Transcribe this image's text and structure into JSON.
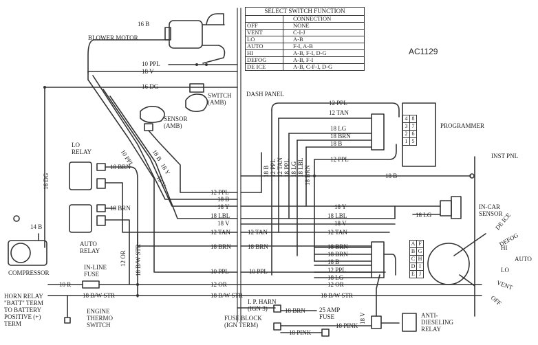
{
  "diagram_id": "AC1129",
  "table": {
    "title": "SELECT SWITCH FUNCTION",
    "col_header": "CONNECTION",
    "rows": [
      {
        "mode": "OFF",
        "connection": "NONE"
      },
      {
        "mode": "VENT",
        "connection": "C-I-J"
      },
      {
        "mode": "LO",
        "connection": "A-B"
      },
      {
        "mode": "AUTO",
        "connection": "F-I, A-B"
      },
      {
        "mode": "HI",
        "connection": "A-B, F-I, D-G"
      },
      {
        "mode": "DEFOG",
        "connection": "A-B, F-I"
      },
      {
        "mode": "DE ICE",
        "connection": "A-B, C-F-I, D-G"
      }
    ]
  },
  "components": {
    "blower_motor": "BLOWER MOTOR",
    "switch_amb": "SWITCH\n(AMB)",
    "sensor_amb": "SENSOR\n(AMB)",
    "dash_panel": "DASH PANEL",
    "programmer": "PROGRAMMER",
    "inst_pnl": "INST PNL",
    "lo_relay": "LO\nRELAY",
    "auto_relay": "AUTO\nRELAY",
    "compressor": "COMPRESSOR",
    "in_line_fuse": "IN-LINE\nFUSE",
    "in_car_sensor": "IN-CAR\nSENSOR",
    "horn_relay": "HORN RELAY\n\"BATT\" TERM\nTO BATTERY\nPOSITIVE (+)\nTERM",
    "engine_thermo": "ENGINE\nTHERMO\nSWITCH",
    "fuse_block": "FUSE BLOCK\n(IGN TERM)",
    "i_p_harn": "I. P. HARN\n(IGN 3)",
    "amp_fuse": "25 AMP\nFUSE",
    "anti_dieseling": "ANTI-\nDIESELING\nRELAY"
  },
  "selector_positions": [
    "DE ICE",
    "DEFOG",
    "HI",
    "AUTO",
    "LO",
    "VENT",
    "OFF"
  ],
  "programmer_pins": [
    "4",
    "8",
    "3",
    "7",
    "2",
    "6",
    "1",
    "5"
  ],
  "select_switch_pins": [
    "A",
    "F",
    "B",
    "G",
    "C",
    "H",
    "D",
    "I",
    "E",
    "J"
  ],
  "wires": {
    "w16b_top": "16 B",
    "w10ppl_top": "10 PPL",
    "w18v_top": "18 V",
    "w16dg_top": "16 DG",
    "w12ppl_prog_top": "12 PPL",
    "w12tan_prog": "12 TAN",
    "w18lg_prog": "18 LG",
    "w18brn_prog": "18 BRN",
    "w18b_prog": "18 B",
    "w12ppl_prog_bot": "12 PPL",
    "w18b_inst": "18 B",
    "w18brn_lo": "18 BRN",
    "w18brn_auto": "18 BRN",
    "w12ppl_mid": "12 PPL",
    "w18b_mid": "18 B",
    "w18y_left": "18 Y",
    "w18lbl_left": "18 LBL",
    "w18v_left": "18 V",
    "w12tan_left": "12 TAN",
    "w18y_right": "18 Y",
    "w18lbl_right": "18 LBL",
    "w18v_right": "18 V",
    "w12tan_right": "12 TAN",
    "w18lg_sensor": "18 LG",
    "w18brn_a": "18 BRN",
    "w18brn_b": "18 BRN",
    "w18brn_c": "18 BRN",
    "w18b_sel": "18 B",
    "w12ppl_sel": "12 PPL",
    "w18lg_sel": "18 LG",
    "w10ppl_a": "10 PPL",
    "w10ppl_b": "10 PPL",
    "w12or_a": "12 OR",
    "w12or_b": "12 OR",
    "w10r": "10 R",
    "w18bwstr_a": "18 B/W STR",
    "w18bwstr_b": "18 B/W STR",
    "w18bwstr_c": "18 B/W STR",
    "w18bwstr_v": "18 B/W STR",
    "w12or_v": "12 OR",
    "w16dg_v": "16 DG",
    "w14b": "14 B",
    "w18brn_fuse": "18 BRN",
    "w18pink_a": "18 PINK",
    "w18pink_b": "18 PINK",
    "w18v_diesel": "18 V",
    "w12ppl_diag": "10 PPL",
    "w18b_diag": "18 B",
    "w18y_diag": "18 Y",
    "w18v_diag": "18 V",
    "w18b_bundle": "18 B",
    "w12ppl_bundle": "12 PPL",
    "w12tan_bundle": "12 TAN",
    "w18ppl_bundle": "18 PPL",
    "w18lg_bundle": "18 LG",
    "w18lbl_bundle": "18 LBL",
    "w18brn_bundle": "18 BRN"
  }
}
